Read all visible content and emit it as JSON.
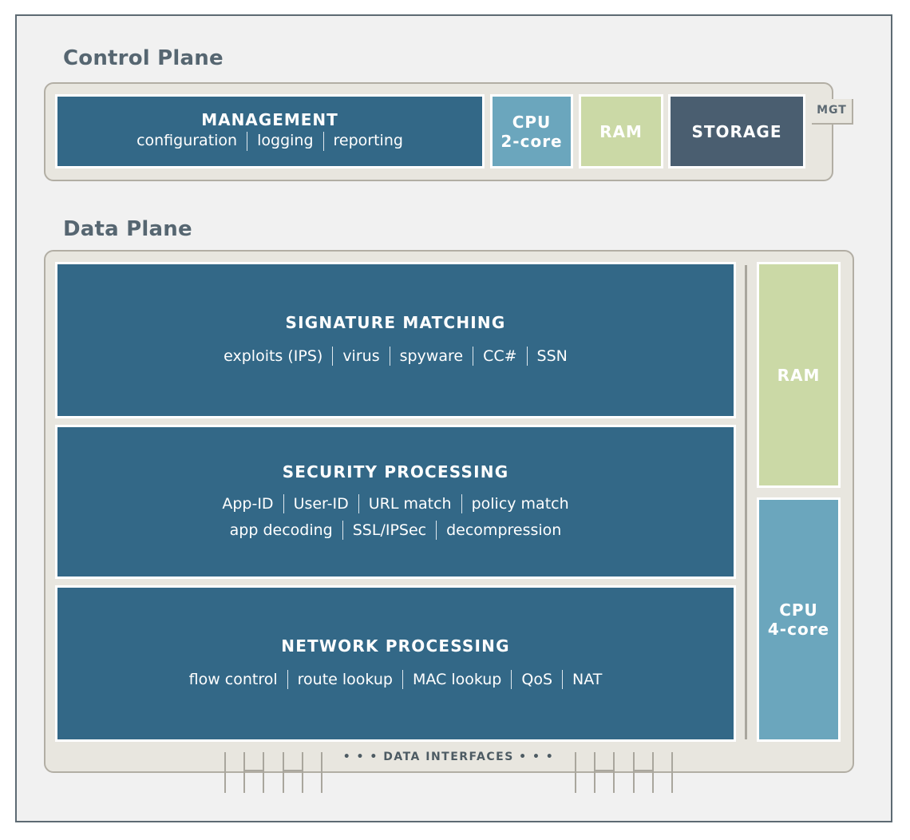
{
  "control_plane": {
    "title": "Control Plane",
    "management": {
      "title": "MANAGEMENT",
      "items": [
        "configuration",
        "logging",
        "reporting"
      ]
    },
    "cpu": {
      "line1": "CPU",
      "line2": "2-core"
    },
    "ram": "RAM",
    "storage": "STORAGE",
    "mgt_tag": "MGT"
  },
  "data_plane": {
    "title": "Data Plane",
    "signature": {
      "title": "SIGNATURE MATCHING",
      "items": [
        "exploits (IPS)",
        "virus",
        "spyware",
        "CC#",
        "SSN"
      ]
    },
    "security": {
      "title": "SECURITY PROCESSING",
      "row1": [
        "App-ID",
        "User-ID",
        "URL match",
        "policy match"
      ],
      "row2": [
        "app decoding",
        "SSL/IPSec",
        "decompression"
      ]
    },
    "network": {
      "title": "NETWORK PROCESSING",
      "items": [
        "flow control",
        "route lookup",
        "MAC lookup",
        "QoS",
        "NAT"
      ]
    },
    "ram": "RAM",
    "cpu": {
      "line1": "CPU",
      "line2": "4-core"
    },
    "interfaces_label": "• • •  DATA INTERFACES  • • •"
  },
  "colors": {
    "dark_blue": "#336887",
    "slate": "#4a5e70",
    "light_blue": "#6ba6bd",
    "green": "#cbd9a6"
  }
}
